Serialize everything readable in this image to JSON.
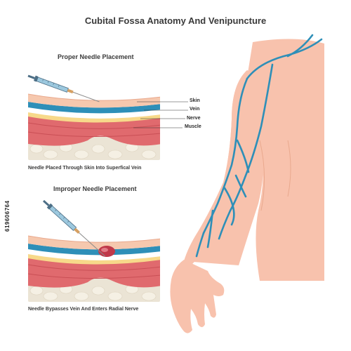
{
  "title": "Cubital Fossa Anatomy And Venipuncture",
  "proper": {
    "title": "Proper Needle Placement",
    "caption": "Needle Placed Through Skin Into Superfical Vein",
    "labels": {
      "skin": "Skin",
      "vein": "Vein",
      "nerve": "Nerve",
      "muscle": "Muscle"
    }
  },
  "improper": {
    "title": "Improper Needle Placement",
    "caption": "Needle Bypasses Vein And Enters Radial Nerve"
  },
  "stock_id": "619606764",
  "colors": {
    "skin": "#f6c8ae",
    "vein": "#2e8fb8",
    "nerve": "#f7d98a",
    "muscle": "#e06a6e",
    "muscle_dark": "#c94f55",
    "bone": "#e9e2d2",
    "syringe": "#7fb6d2",
    "arm": "#f8c2ad"
  }
}
